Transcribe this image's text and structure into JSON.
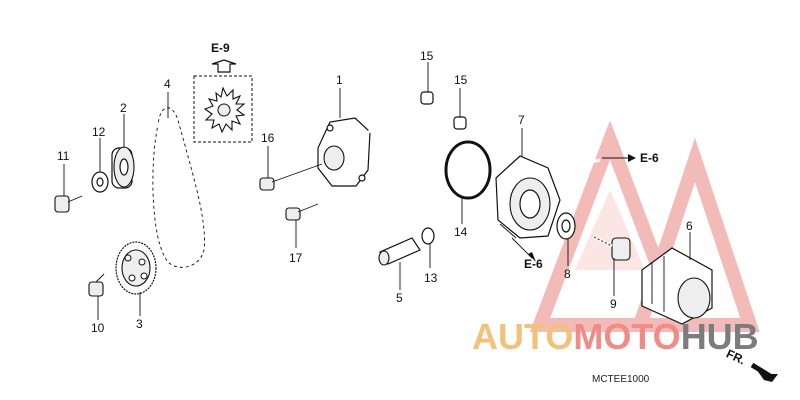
{
  "diagram": {
    "part_numbers": [
      "1",
      "2",
      "3",
      "4",
      "5",
      "6",
      "7",
      "8",
      "9",
      "10",
      "11",
      "12",
      "13",
      "14",
      "15",
      "15",
      "16",
      "17"
    ],
    "references": {
      "e9": "E-9",
      "e6_top": "E-6",
      "e6_bottom": "E-6"
    },
    "direction_label": "FR.",
    "diagram_code": "MCTEE1000"
  },
  "watermark": {
    "part1": "AUTO",
    "part2": "MOTO",
    "part3": "HUB",
    "colors": {
      "auto": "#f3c27a",
      "moto": "#f08b86",
      "hub": "#7c7c7c",
      "logo": "#f0a5a0"
    }
  }
}
